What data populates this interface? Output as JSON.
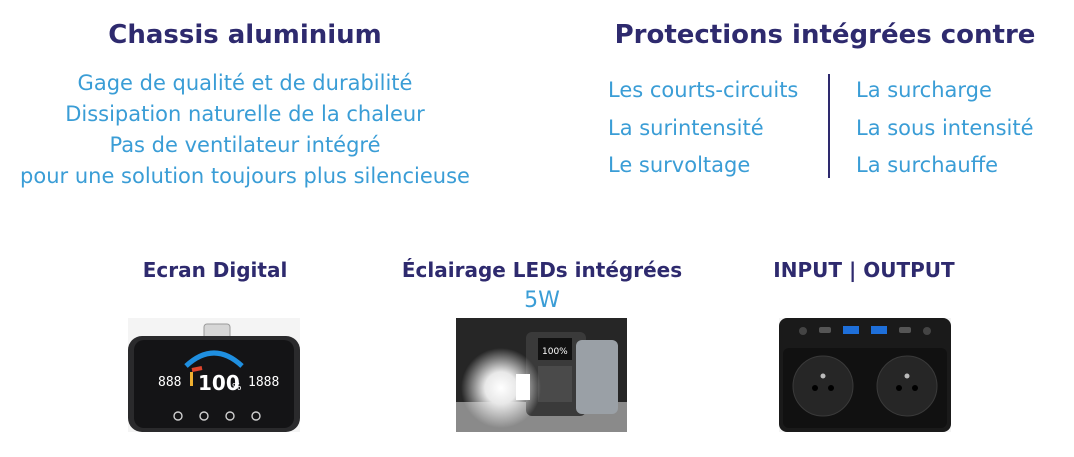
{
  "chassis": {
    "title": "Chassis aluminium",
    "lines": [
      "Gage de qualité et de durabilité",
      "Dissipation naturelle de la chaleur",
      "Pas de ventilateur intégré",
      "pour une solution toujours plus silencieuse"
    ]
  },
  "protections": {
    "title": "Protections intégrées contre",
    "left": [
      "Les courts-circuits",
      "La surintensité",
      "Le survoltage"
    ],
    "right": [
      "La surcharge",
      "La sous intensité",
      "La surchauffe"
    ]
  },
  "features": {
    "screen": {
      "title": "Ecran Digital"
    },
    "led": {
      "title": "Éclairage LEDs intégrées",
      "power": "5W"
    },
    "io": {
      "title": "INPUT | OUTPUT"
    }
  },
  "colors": {
    "navy": "#2e2a6e",
    "blue": "#3a9dd6"
  }
}
